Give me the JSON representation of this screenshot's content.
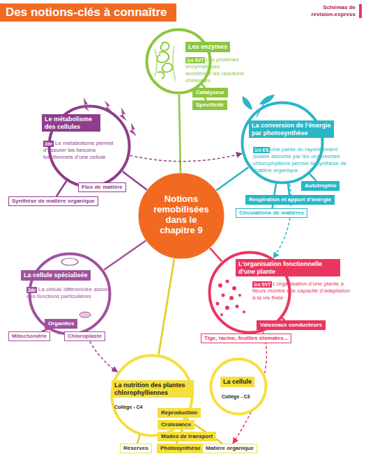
{
  "diagram": {
    "title": "Des notions-clés à connaître",
    "nodes": [
      {
        "text": [
          "Notions remobilisées dans le chapitre 9"
        ]
      },
      {
        "text": [
          "Les enzymes",
          "1re SVT",
          "Les protéines enzymatiques accélèrent les réactions chimiques"
        ]
      },
      {
        "text": [
          "Catalyseur"
        ]
      },
      {
        "text": [
          "Spécificité"
        ]
      },
      {
        "text": [
          "Le métabolisme des cellules",
          "2de",
          "Le métabolisme permet d’assurer les besoins fonctionnels d’une cellule"
        ]
      },
      {
        "text": [
          "Flux de matière"
        ]
      },
      {
        "text": [
          "Synthèse de matière organique"
        ]
      },
      {
        "text": [
          "La conversion de l’énergie par photosynthèse",
          "1re ES",
          "Une partie du rayonnement solaire absorbé par les organismes chlorophylliens permet la synthèse de matière organique"
        ]
      },
      {
        "text": [
          "Autotrophie"
        ]
      },
      {
        "text": [
          "Respiration et apport d’énergie"
        ]
      },
      {
        "text": [
          "Circulations de matières"
        ]
      },
      {
        "text": [
          "La cellule spécialisée",
          "2de",
          "La cellule différenciée assure des fonctions particulières"
        ]
      },
      {
        "text": [
          "Organites"
        ]
      },
      {
        "text": [
          "Mitochondrie"
        ]
      },
      {
        "text": [
          "Chloroplaste"
        ]
      },
      {
        "text": [
          "L’organisation fonctionnelle d’une plante",
          "1re SVT",
          "L’organisation d’une plante à fleurs montre une capacité d’adaptation à la vie fixée"
        ]
      },
      {
        "text": [
          "Vaisseaux conducteurs"
        ]
      },
      {
        "text": [
          "Tige, racine, feuilles stomates..."
        ]
      },
      {
        "text": [
          "La nutrition des plantes chlorophylliennes",
          "Collège - C4"
        ]
      },
      {
        "text": [
          "Reproduction"
        ]
      },
      {
        "text": [
          "Croissance"
        ]
      },
      {
        "text": [
          "Modes de transport"
        ]
      },
      {
        "text": [
          "Réserves"
        ]
      },
      {
        "text": [
          "Photosynthèse"
        ]
      },
      {
        "text": [
          "Matière organique"
        ]
      },
      {
        "text": [
          "La cellule",
          "Collège - C3"
        ]
      }
    ],
    "edges": [
      {
        "from": 0,
        "to": 1,
        "arrow": "none"
      },
      {
        "from": 0,
        "to": 4,
        "arrow": "none"
      },
      {
        "from": 0,
        "to": 7,
        "arrow": "none"
      },
      {
        "from": 0,
        "to": 11,
        "arrow": "none"
      },
      {
        "from": 0,
        "to": 15,
        "arrow": "none"
      },
      {
        "from": 0,
        "to": 18,
        "arrow": "none"
      },
      {
        "from": 1,
        "to": 2,
        "arrow": "none"
      },
      {
        "from": 1,
        "to": 3,
        "arrow": "none"
      },
      {
        "from": 4,
        "to": 5,
        "arrow": "none"
      },
      {
        "from": 4,
        "to": 6,
        "arrow": "none"
      },
      {
        "from": 7,
        "to": 8,
        "arrow": "none"
      },
      {
        "from": 7,
        "to": 9,
        "arrow": "none"
      },
      {
        "from": 7,
        "to": 10,
        "arrow": "none"
      },
      {
        "from": 11,
        "to": 12,
        "arrow": "none"
      },
      {
        "from": 12,
        "to": 13,
        "arrow": "none"
      },
      {
        "from": 12,
        "to": 14,
        "arrow": "none"
      },
      {
        "from": 15,
        "to": 16,
        "arrow": "none"
      },
      {
        "from": 15,
        "to": 17,
        "arrow": "none"
      },
      {
        "from": 18,
        "to": 19,
        "arrow": "none"
      },
      {
        "from": 18,
        "to": 20,
        "arrow": "none"
      },
      {
        "from": 18,
        "to": 21,
        "arrow": "none"
      },
      {
        "from": 18,
        "to": 22,
        "arrow": "none"
      },
      {
        "from": 18,
        "to": 23,
        "arrow": "none"
      },
      {
        "from": 18,
        "to": 24,
        "arrow": "none"
      },
      {
        "from": 4,
        "to": 7,
        "arrow": "to"
      },
      {
        "from": 7,
        "to": 15,
        "arrow": "to"
      },
      {
        "from": 11,
        "to": 18,
        "arrow": "to"
      },
      {
        "from": 15,
        "to": 24,
        "arrow": "to"
      }
    ],
    "labels": [
      "Schémas de révision-express"
    ]
  }
}
